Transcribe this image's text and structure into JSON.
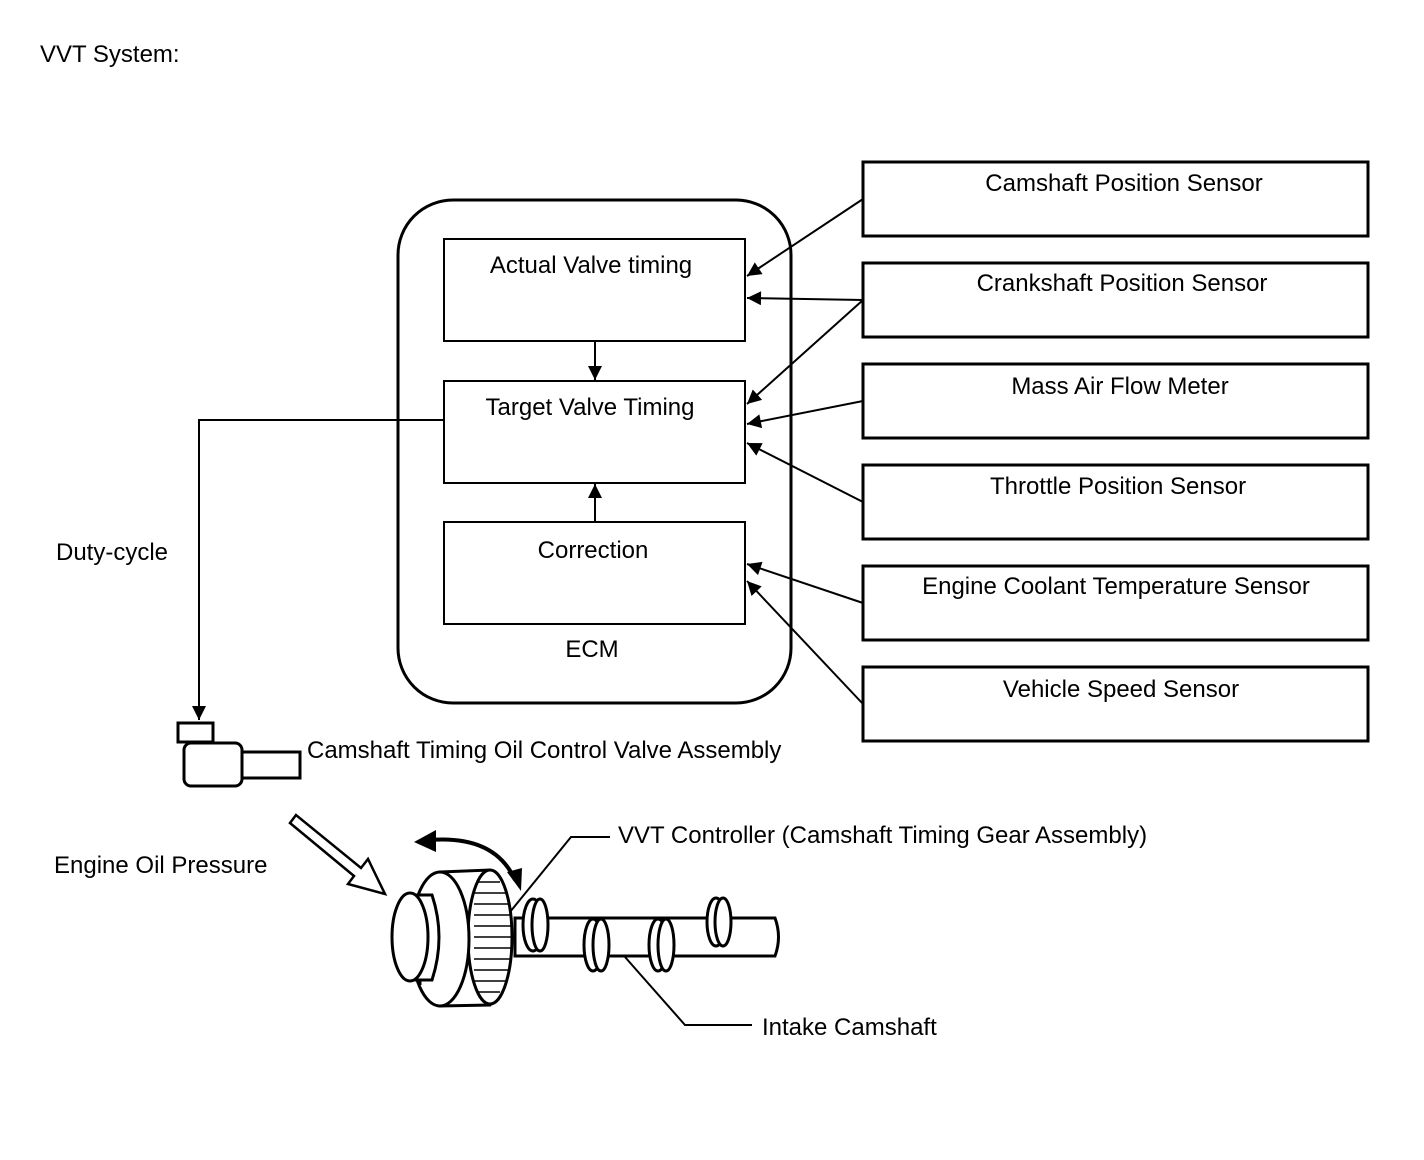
{
  "title": "VVT System:",
  "ecm": {
    "label": "ECM",
    "blocks": {
      "actual": "Actual Valve timing",
      "target": "Target Valve Timing",
      "correction": "Correction"
    }
  },
  "sensors": [
    "Camshaft Position Sensor",
    "Crankshaft Position Sensor",
    "Mass Air Flow Meter",
    "Throttle Position Sensor",
    "Engine Coolant Temperature Sensor",
    "Vehicle Speed Sensor"
  ],
  "connections": [
    {
      "from": "Camshaft Position Sensor",
      "to": "Actual Valve timing"
    },
    {
      "from": "Crankshaft Position Sensor",
      "to": "Actual Valve timing"
    },
    {
      "from": "Crankshaft Position Sensor",
      "to": "Target Valve Timing"
    },
    {
      "from": "Mass Air Flow Meter",
      "to": "Target Valve Timing"
    },
    {
      "from": "Throttle Position Sensor",
      "to": "Target Valve Timing"
    },
    {
      "from": "Engine Coolant Temperature Sensor",
      "to": "Correction"
    },
    {
      "from": "Vehicle Speed Sensor",
      "to": "Correction"
    },
    {
      "from": "Actual Valve timing",
      "to": "Target Valve Timing"
    },
    {
      "from": "Correction",
      "to": "Target Valve Timing"
    },
    {
      "from": "Target Valve Timing",
      "to": "Camshaft Timing Oil Control Valve Assembly"
    }
  ],
  "labels": {
    "duty_cycle": "Duty-cycle",
    "ocv": "Camshaft Timing Oil Control Valve Assembly",
    "oil_pressure": "Engine Oil Pressure",
    "vvt_controller": "VVT Controller (Camshaft Timing Gear Assembly)",
    "intake_camshaft": "Intake Camshaft"
  }
}
